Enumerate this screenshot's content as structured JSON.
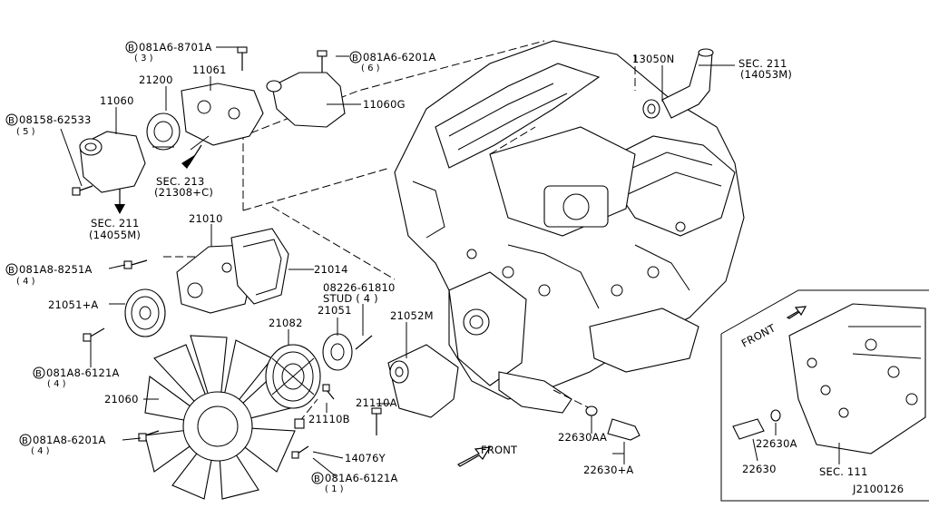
{
  "callouts": {
    "b_8701": {
      "code": "081A6-8701A",
      "qty": "( 3 )"
    },
    "b_6201_top": {
      "code": "081A6-6201A",
      "qty": "( 6 )"
    },
    "b_62533": {
      "code": "08158-62533",
      "qty": "( 5 )"
    },
    "b_8251": {
      "code": "081A8-8251A",
      "qty": "( 4 )"
    },
    "b_6121_left": {
      "code": "081A8-6121A",
      "qty": "( 4 )"
    },
    "b_6201_bottom": {
      "code": "081A8-6201A",
      "qty": "( 4 )"
    },
    "b_6121_bottom": {
      "code": "081A6-6121A",
      "qty": "( 1 )"
    },
    "bolt_symbol": "B"
  },
  "labels": {
    "p11061": "11061",
    "p21200": "21200",
    "p11060": "11060",
    "p11060g": "11060G",
    "p13050n": "13050N",
    "sec211_top": "SEC. 211",
    "sec211_top_sub": "(14053M)",
    "sec213": "SEC. 213",
    "sec213_sub": "(21308+C)",
    "sec211_left": "SEC. 211",
    "sec211_left_sub": "(14055M)",
    "p21010": "21010",
    "p21014": "21014",
    "p21051a": "21051+A",
    "stud": "08226-61810",
    "stud_sub": "STUD ( 4 )",
    "p21082": "21082",
    "p21051": "21051",
    "p21052m": "21052M",
    "p21060": "21060",
    "p21110b": "21110B",
    "p21110a": "21110A",
    "p14076y": "14076Y",
    "front_main": "FRONT",
    "p22630aa": "22630AA",
    "p22630a_plus": "22630+A",
    "front_inset": "FRONT",
    "p22630a": "22630A",
    "p22630": "22630",
    "sec111": "SEC. 111",
    "diagram_id": "J2100126"
  }
}
